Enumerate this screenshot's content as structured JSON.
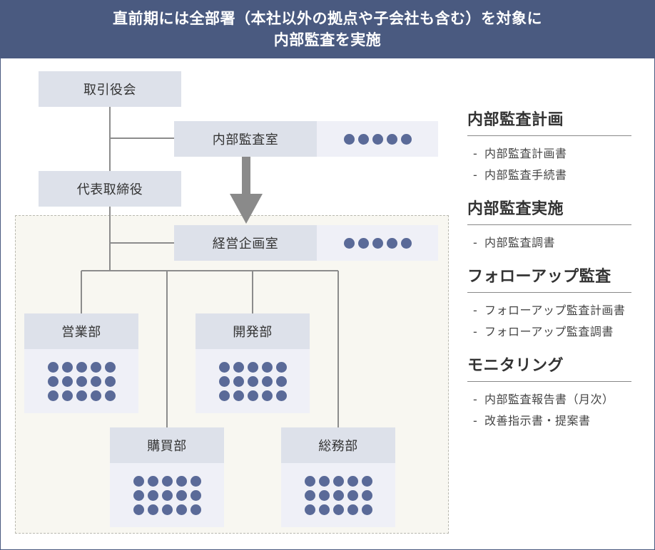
{
  "banner": {
    "line1": "直前期には全部署（本社以外の拠点や子会社も含む）を対象に",
    "line2": "内部監査を実施"
  },
  "org": {
    "board": "取引役会",
    "internal_audit": "内部監査室",
    "representative": "代表取締役",
    "management_planning": "経営企画室",
    "departments": [
      "営業部",
      "開発部",
      "購買部",
      "総務部"
    ]
  },
  "colors": {
    "header_bg": "#4a5a80",
    "box_bg": "#dde1ea",
    "dot": "#5a6a98",
    "scope_bg": "#f8f7f1",
    "arrow": "#8a8a8a"
  },
  "sections": [
    {
      "title": "内部監査計画",
      "items": [
        "内部監査計画書",
        "内部監査手続書"
      ]
    },
    {
      "title": "内部監査実施",
      "items": [
        "内部監査調書"
      ]
    },
    {
      "title": "フォローアップ監査",
      "items": [
        "フォローアップ監査計画書",
        "フォローアップ監査調書"
      ]
    },
    {
      "title": "モニタリング",
      "items": [
        "内部監査報告書（月次）",
        "改善指示書・提案書"
      ]
    }
  ]
}
